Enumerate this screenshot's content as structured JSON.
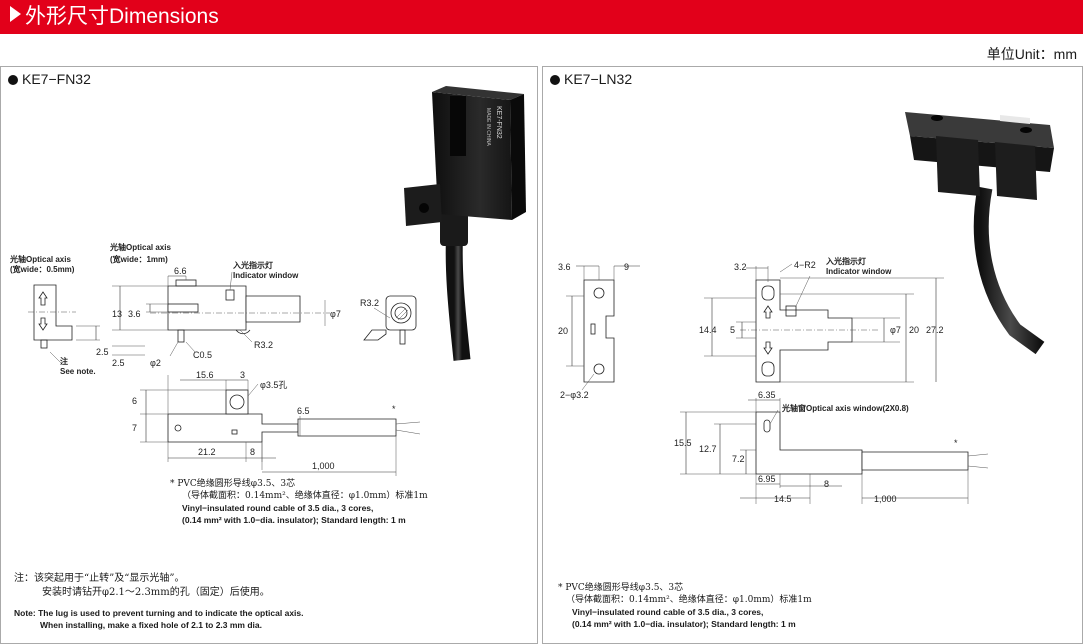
{
  "header": {
    "title": "外形尺寸Dimensions"
  },
  "unit": "单位Unit：mm",
  "left": {
    "model": "KE7−FN32",
    "photo_text": {
      "line1": "KE7-FN32",
      "line2": "MADE IN CHINA"
    },
    "dims": {
      "axis_label_zh": "光轴Optical axis",
      "axis_width_05": "(宽wide：0.5mm)",
      "axis_width_1": "(宽wide：1mm)",
      "indicator_zh": "入光指示灯",
      "indicator_en": "Indicator window",
      "d66": "6.6",
      "d13": "13",
      "d36": "3.6",
      "phi7": "φ7",
      "r32": "R3.2",
      "r32b": "R3.2",
      "c05": "C0.5",
      "phi2": "φ2",
      "d25a": "2.5",
      "d25b": "2.5",
      "note_zh": "注",
      "note_en": "See note.",
      "d156": "15.6",
      "d3": "3",
      "hole": "φ3.5孔",
      "d6": "6",
      "d7": "7",
      "d65": "6.5",
      "d212": "21.2",
      "d8": "8",
      "d1000": "1,000",
      "star": "*"
    },
    "cable_note": {
      "zh1": "*  PVC绝缘圆形导线φ3.5、3芯",
      "zh2": "（导体截面积：0.14mm²、绝缘体直径：φ1.0mm）标准1m",
      "en1": "Vinyl−insulated round cable of 3.5 dia., 3 cores,",
      "en2": "(0.14 mm² with 1.0−dia. insulator); Standard length: 1 m"
    },
    "bottom_note": {
      "zh1": "注：该突起用于“止转”及“显示光轴”。",
      "zh2": "安装时请钻开φ2.1～2.3mm的孔（固定）后使用。",
      "en1": "Note: The lug is used to prevent turning and to indicate the optical axis.",
      "en2": "When installing, make a fixed hole of 2.1 to 2.3 mm dia."
    }
  },
  "right": {
    "model": "KE7−LN32",
    "dims": {
      "d36": "3.6",
      "d9": "9",
      "d20": "20",
      "hole2": "2−φ3.2",
      "d32": "3.2",
      "r2": "4−R2",
      "indicator_zh": "入光指示灯",
      "indicator_en": "Indicator window",
      "d144": "14.4",
      "d5": "5",
      "phi7": "φ7",
      "d20b": "20",
      "d272": "27.2",
      "d635": "6.35",
      "axis_window": "光轴窗Optical axis window(2X0.8)",
      "d155": "15.5",
      "d127": "12.7",
      "d72": "7.2",
      "d695": "6.95",
      "d8": "8",
      "d145": "14.5",
      "d1000": "1,000",
      "star": "*"
    },
    "cable_note": {
      "zh1": "*  PVC绝缘圆形导线φ3.5、3芯",
      "zh2": "（导体截面积：0.14mm²、绝缘体直径：φ1.0mm）标准1m",
      "en1": "Vinyl−insulated round cable of 3.5 dia., 3 cores,",
      "en2": "(0.14 mm² with 1.0−dia. insulator); Standard length: 1 m"
    }
  }
}
